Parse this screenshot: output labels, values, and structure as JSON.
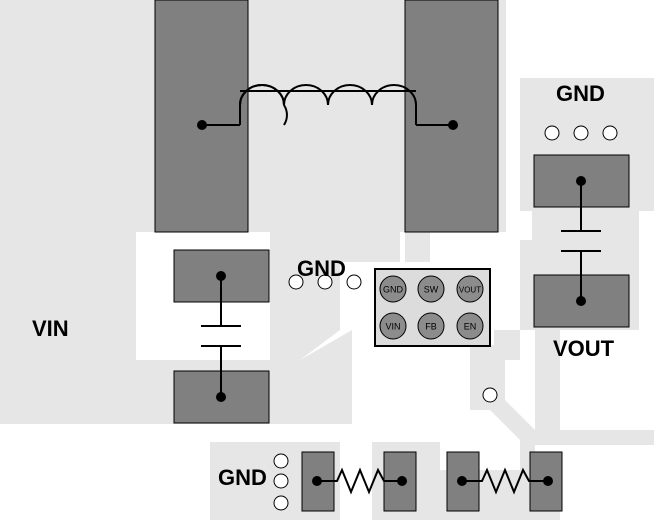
{
  "labels": {
    "vin": "VIN",
    "vout": "VOUT",
    "gnd_top_right": "GND",
    "gnd_center": "GND",
    "gnd_bottom": "GND"
  },
  "ic": {
    "pins": [
      "GND",
      "SW",
      "VOUT",
      "VIN",
      "FB",
      "EN"
    ]
  },
  "colors": {
    "copper": "#e6e6e6",
    "pad": "#808080",
    "pad_border": "#000000",
    "pin_fill": "#8c8c8c",
    "ic_body": "#dcdcdc",
    "background": "#ffffff"
  }
}
